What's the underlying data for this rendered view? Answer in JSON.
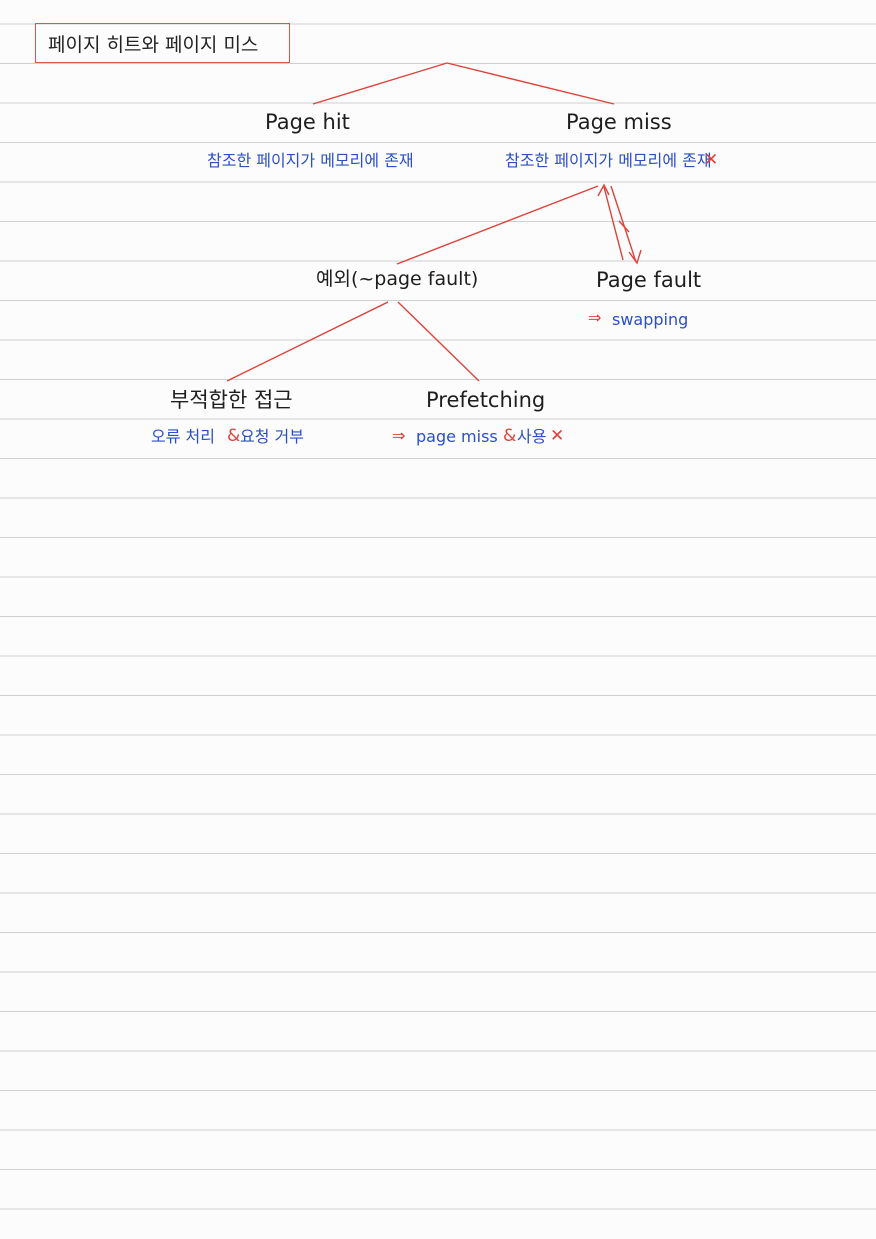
{
  "title": "페이지 히트와 페이지 미스",
  "nodes": {
    "page_hit": "Page hit",
    "page_miss": "Page miss",
    "exception": "예외(~page fault)",
    "page_fault": "Page fault",
    "invalid_access": "부적합한 접근",
    "prefetching": "Prefetching"
  },
  "notes": {
    "page_hit_desc": "참조한 페이지가 메모리에 존재",
    "page_miss_desc": "참조한 페이지가 메모리에 존재",
    "page_miss_mark": "✕",
    "page_fault_arrow": "⇒",
    "page_fault_desc": "swapping",
    "invalid_access_desc_1": "오류 처리",
    "invalid_access_amp": "&",
    "invalid_access_desc_2": "요청 거부",
    "prefetching_arrow": "⇒",
    "prefetching_desc_1": "page miss",
    "prefetching_amp": "&",
    "prefetching_desc_2": "사용",
    "prefetching_mark": "✕"
  },
  "colors": {
    "ink": "#1e1e1e",
    "blue": "#2a4fc9",
    "red": "#e0423a",
    "rule": "#d0d0d0"
  }
}
